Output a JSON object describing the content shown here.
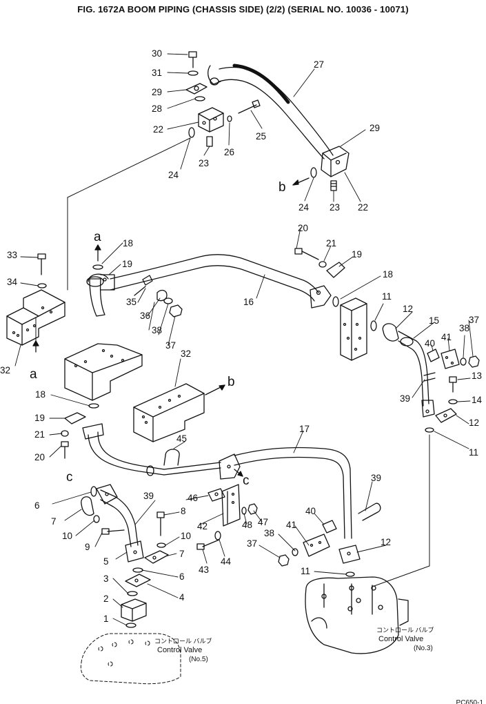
{
  "title": "FIG. 1672A  BOOM PIPING (CHASSIS SIDE) (2/2) (SERIAL NO. 10036 - 10071)",
  "drawing_code": "PC650-1",
  "callouts": [
    "1",
    "2",
    "3",
    "4",
    "5",
    "6",
    "6",
    "7",
    "7",
    "8",
    "9",
    "10",
    "10",
    "11",
    "11",
    "11",
    "12",
    "12",
    "12",
    "13",
    "14",
    "15",
    "16",
    "17",
    "18",
    "18",
    "18",
    "19",
    "19",
    "19",
    "20",
    "20",
    "21",
    "21",
    "22",
    "22",
    "23",
    "23",
    "24",
    "24",
    "25",
    "26",
    "27",
    "28",
    "29",
    "29",
    "30",
    "31",
    "32",
    "32",
    "33",
    "34",
    "35",
    "36",
    "37",
    "37",
    "37",
    "38",
    "38",
    "38",
    "39",
    "39",
    "39",
    "40",
    "40",
    "41",
    "41",
    "42",
    "43",
    "44",
    "45",
    "46",
    "47",
    "48"
  ],
  "letters": {
    "a1": "a",
    "a2": "a",
    "b1": "b",
    "b2": "b",
    "c1": "c",
    "c2": "c"
  },
  "control_valves": [
    {
      "jp": "コントロール バルブ",
      "en": "Control Valve",
      "no": "(No.5)"
    },
    {
      "jp": "コントロール バルブ",
      "en": "Control Valve",
      "no": "(No.3)"
    }
  ],
  "icons": [
    "hose-line",
    "tube-line",
    "valve-block",
    "bolt",
    "o-ring",
    "flange-clamp",
    "bracket",
    "u-bolt",
    "arrow"
  ]
}
